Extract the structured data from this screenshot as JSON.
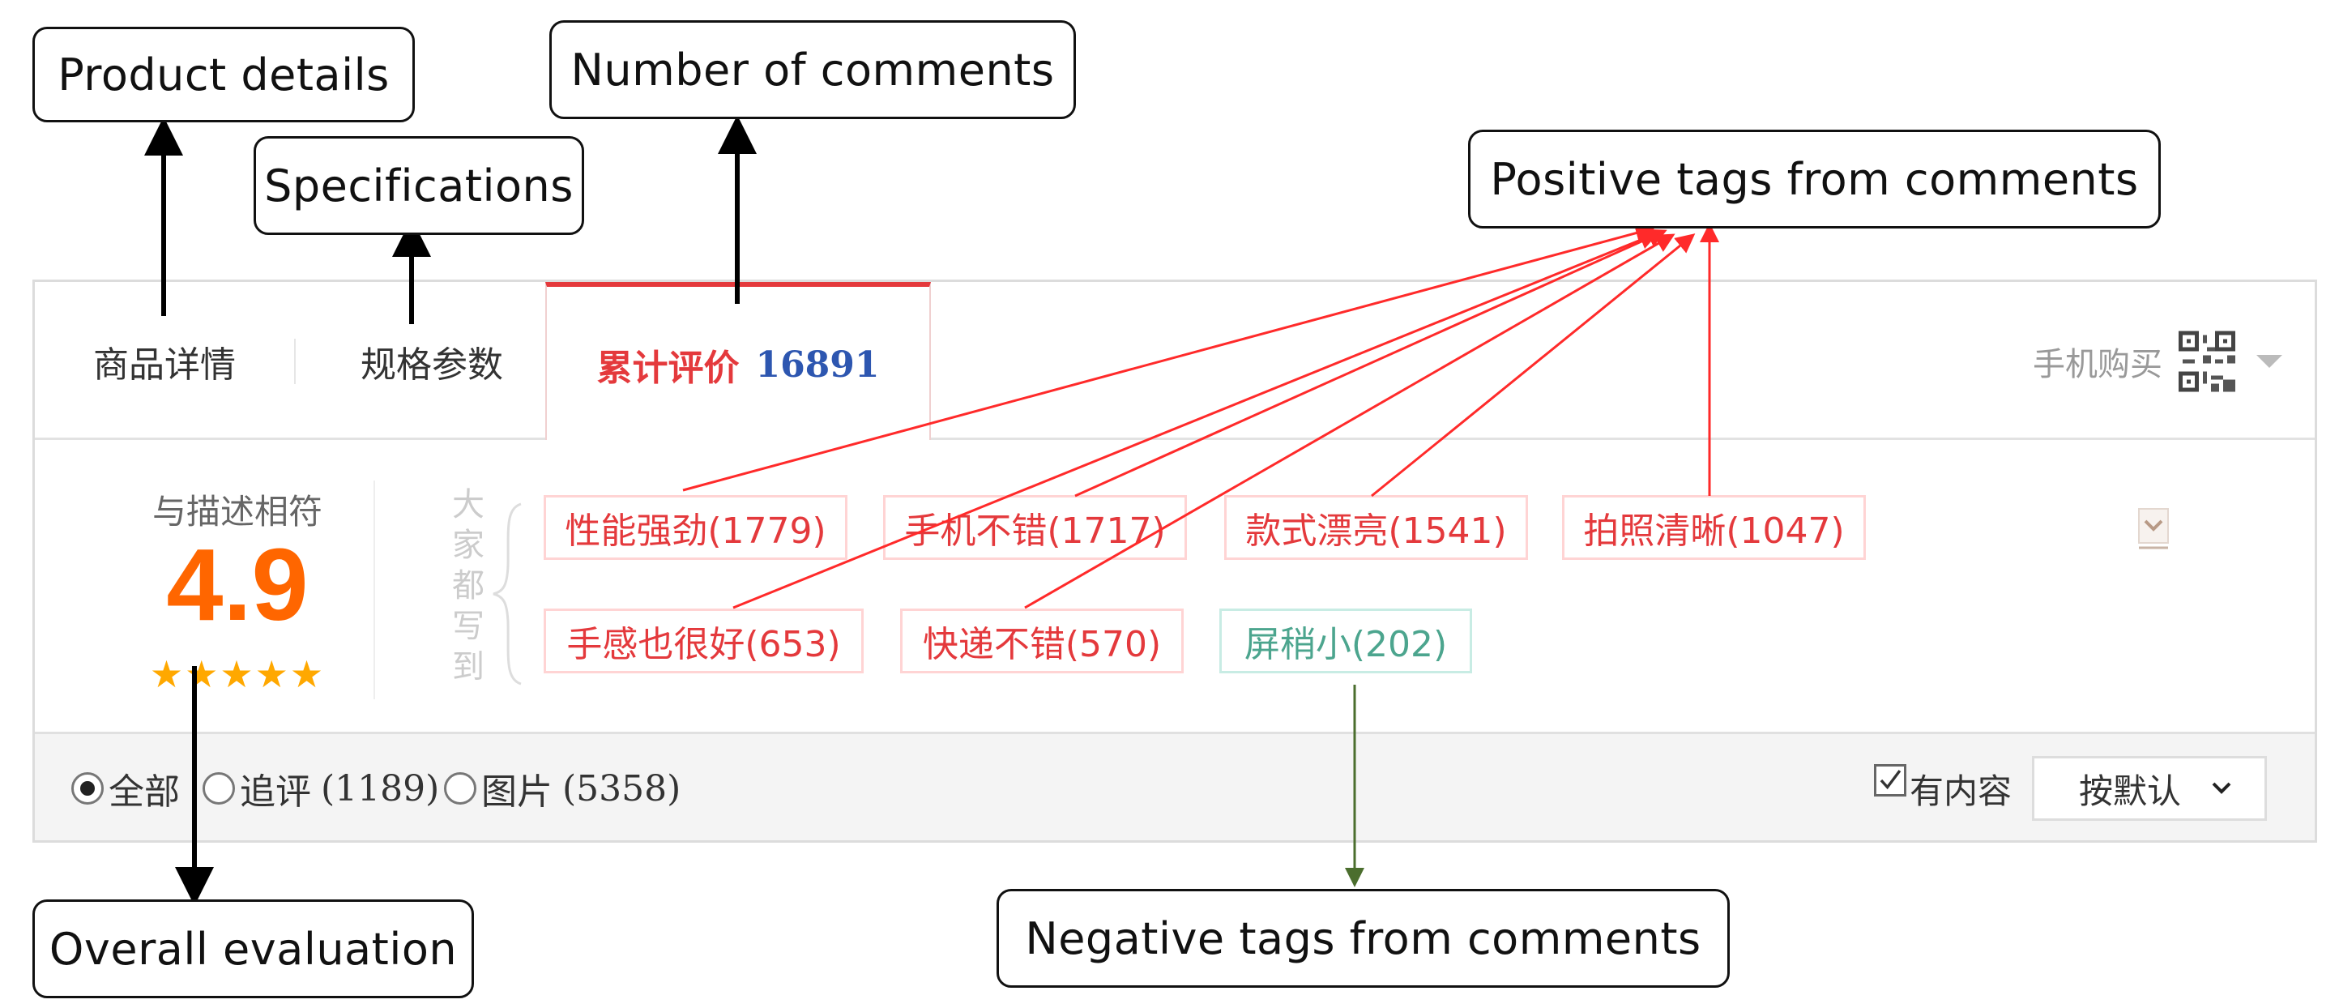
{
  "callouts": {
    "product_details": "Product details",
    "specifications": "Specifications",
    "number_of_comments": "Number of comments",
    "positive_tags": "Positive tags from comments",
    "overall_evaluation": "Overall evaluation",
    "negative_tags": "Negative tags from comments"
  },
  "tabs": [
    {
      "label": "商品详情"
    },
    {
      "label": "规格参数"
    },
    {
      "label": "累计评价",
      "count": "16891",
      "active": true
    }
  ],
  "mobile_buy": {
    "label": "手机购买",
    "icon": "qr-code-icon"
  },
  "rating": {
    "label": "与描述相符",
    "score": "4.9",
    "stars": "★★★★★",
    "star_count": 5
  },
  "tags_heading": "大家都写到",
  "positive_tags": [
    {
      "label": "性能强劲(1779)"
    },
    {
      "label": "手机不错(1717)"
    },
    {
      "label": "款式漂亮(1541)"
    },
    {
      "label": "拍照清晰(1047)"
    },
    {
      "label": "手感也很好(653)"
    },
    {
      "label": "快递不错(570)"
    }
  ],
  "negative_tags": [
    {
      "label": "屏稍小(202)"
    }
  ],
  "filters": [
    {
      "label": "全部",
      "count": "",
      "selected": true
    },
    {
      "label": "追评",
      "count": "(1189)",
      "selected": false
    },
    {
      "label": "图片",
      "count": "(5358)",
      "selected": false
    }
  ],
  "has_content": {
    "label": "有内容",
    "checked": true
  },
  "sort": {
    "label": "按默认",
    "icon": "chevron-down-icon"
  },
  "colors": {
    "accent_red": "#e4393c",
    "score_orange": "#ff6600",
    "star_gold": "#ffa800",
    "count_blue": "#2d56b0",
    "negative_green": "#4ca58e",
    "arrow_red": "#ff2a2a",
    "arrow_green": "#4b6e2e"
  }
}
